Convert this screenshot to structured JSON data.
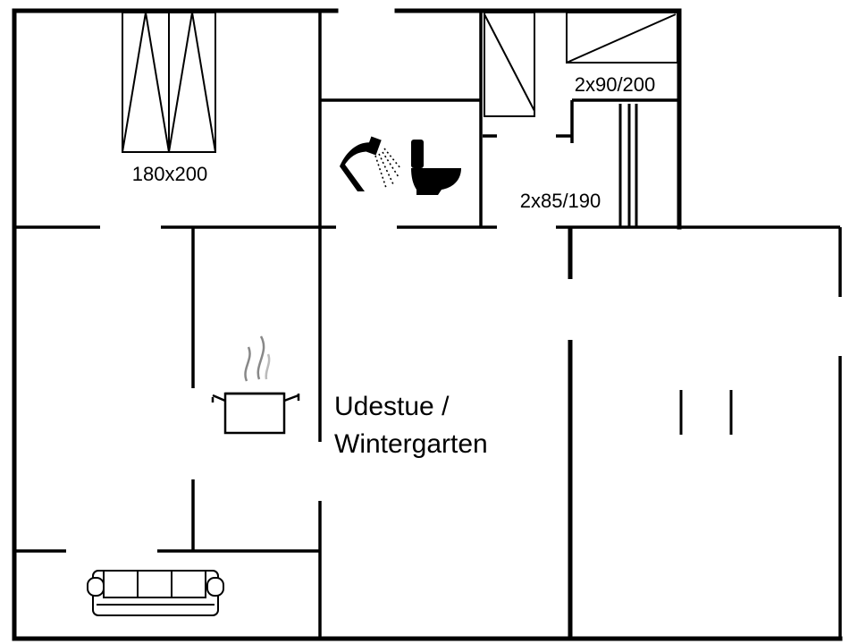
{
  "floorplan": {
    "labels": {
      "bedroom_main_bed": "180x200",
      "bedroom_top_right_beds": "2x90/200",
      "bedroom_bunk_beds": "2x85/190",
      "sunroom_line1": "Udestue /",
      "sunroom_line2": "Wintergarten"
    },
    "icons": [
      "double-bed-icon",
      "single-bed-icon",
      "bunk-bed-icon",
      "shower-icon",
      "toilet-icon",
      "cooking-pot-icon",
      "sofa-icon"
    ],
    "colors": {
      "line": "#000000",
      "background": "#ffffff"
    }
  }
}
